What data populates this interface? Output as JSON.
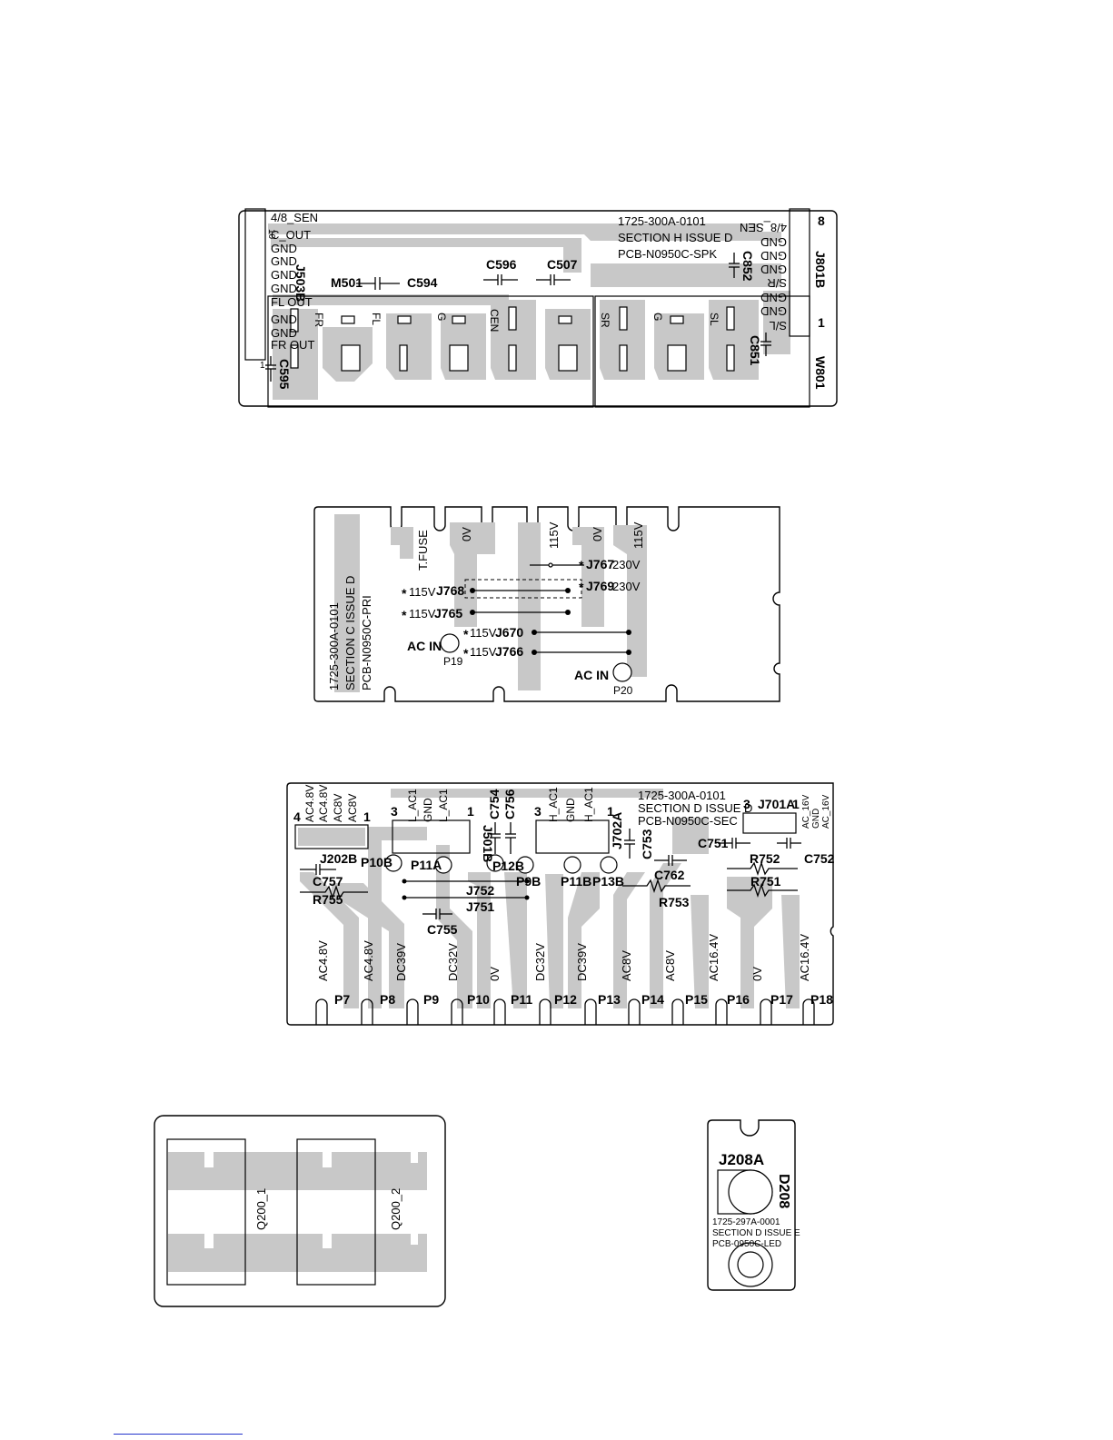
{
  "spk": {
    "code": "1725-300A-0101",
    "section": "SECTION H ISSUE D",
    "pcb": "PCB-N0950C-SPK",
    "left_pins": [
      "4/8_SEN",
      "C_OUT",
      "GND",
      "GND",
      "GND",
      "GND",
      "FL OUT",
      "GND",
      "GND",
      "FR OUT"
    ],
    "left_pin_first": "10",
    "left_pin_last": "1",
    "right_pins": [
      "4/8_SEN",
      "GND",
      "GND",
      "GND",
      "S/R",
      "GND",
      "GND",
      "S/L"
    ],
    "right_pin_first": "8",
    "right_pin_last": "1",
    "labels": {
      "j503b": "J503B",
      "m501": "M501",
      "c594": "C594",
      "c596": "C596",
      "c507": "C507",
      "c852": "C852",
      "c851": "C851",
      "c595": "C595",
      "j801b": "J801B",
      "w801": "W801",
      "fr": "FR",
      "fl": "FL",
      "g1": "G",
      "cen": "CEN",
      "sr": "SR",
      "g2": "G",
      "sl": "SL"
    }
  },
  "pri": {
    "code": "1725-300A-0101",
    "section": "SECTION C  ISSUE D",
    "pcb": "PCB-N0950C-PRI",
    "top_labels": {
      "tfuse": "T.FUSE",
      "ov1": "0V",
      "v115a": "115V",
      "ov2": "0V",
      "v115b": "115V"
    },
    "jumpers": {
      "j767": "J767",
      "j769": "J769",
      "v230a": "230V",
      "v230b": "230V",
      "j768": "J768",
      "j765": "J765",
      "j670": "J670",
      "j766": "J766",
      "v115": "115V",
      "star": "*"
    },
    "ac_in": "AC IN",
    "p19": "P19",
    "p20": "P20"
  },
  "sec": {
    "code": "1725-300A-0101",
    "section": "SECTION D ISSUE D",
    "pcb": "PCB-N0950C-SEC",
    "j202b_pins": [
      "AC4.8V",
      "AC4.8V",
      "AC8V",
      "AC8V"
    ],
    "j202b_num_a": "4",
    "j202b_num_b": "1",
    "j501b_pins": [
      "L_AC1",
      "GND",
      "L_AC1"
    ],
    "j702a_pins": [
      "H_AC1",
      "GND",
      "H_AC1"
    ],
    "j701a_pins": [
      "AC_16V",
      "GND",
      "AC_16V"
    ],
    "num3": "3",
    "num1": "1",
    "labels": {
      "j202b": "J202B",
      "p10b": "P10B",
      "p11a": "P11A",
      "j501b": "J501B",
      "c754": "C754",
      "c756": "C756",
      "p12b": "P12B",
      "p9b": "P9B",
      "p11b": "P11B",
      "p13b": "P13B",
      "j702a": "J702A",
      "c753": "C753",
      "c762": "C762",
      "r753": "R753",
      "j701a": "J701A",
      "c751": "C751",
      "r752": "R752",
      "c752": "C752",
      "r751": "R751",
      "c757": "C757",
      "r755": "R755",
      "j752": "J752",
      "j751": "J751",
      "c755": "C755"
    },
    "voltages": [
      "AC4.8V",
      "AC4.8V",
      "DC39V",
      "DC32V",
      "0V",
      "DC32V",
      "DC39V",
      "AC8V",
      "AC8V",
      "AC16.4V",
      "0V",
      "AC16.4V"
    ],
    "pins": [
      "P7",
      "P8",
      "P9",
      "P10",
      "P11",
      "P12",
      "P13",
      "P14",
      "P15",
      "P16",
      "P17",
      "P18"
    ]
  },
  "q200": {
    "q1": "Q200_1",
    "q2": "Q200_2"
  },
  "led": {
    "j208a": "J208A",
    "d208": "D208",
    "code": "1725-297A-0001",
    "section": "SECTION D  ISSUE E",
    "pcb": "PCB-0950C-LED"
  }
}
